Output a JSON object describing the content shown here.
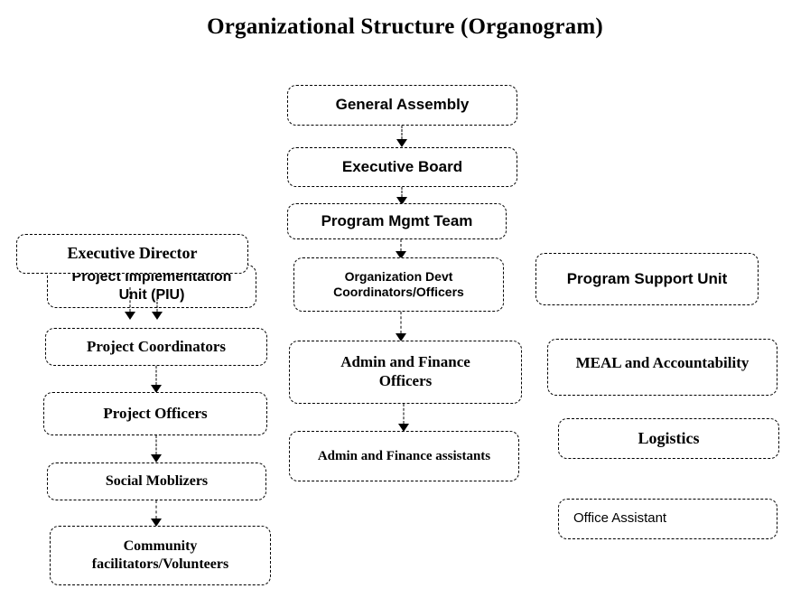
{
  "title": "Organizational Structure (Organogram)",
  "accent_color": "#000000",
  "background_color": "#ffffff",
  "nodes": {
    "general_assembly": "General Assembly",
    "executive_board": "Executive Board",
    "program_mgmt_team": "Program Mgmt Team",
    "org_devt": "Organization Devt\nCoordinators/Officers",
    "admin_finance_officers": "Admin and Finance\nOfficers",
    "admin_finance_assistants": "Admin and Finance assistants",
    "executive_director": "Executive Director",
    "piu": "Project Implementation\nUnit (PIU)",
    "project_coordinators": "Project  Coordinators",
    "project_officers": "Project  Officers",
    "social_mobilizers": "Social Moblizers",
    "community_facilitators": "Community\nfacilitators/Volunteers",
    "program_support_unit": "Program Support Unit",
    "meal_accountability": "MEAL and Accountability",
    "logistics": "Logistics",
    "office_assistant": "Office Assistant"
  }
}
